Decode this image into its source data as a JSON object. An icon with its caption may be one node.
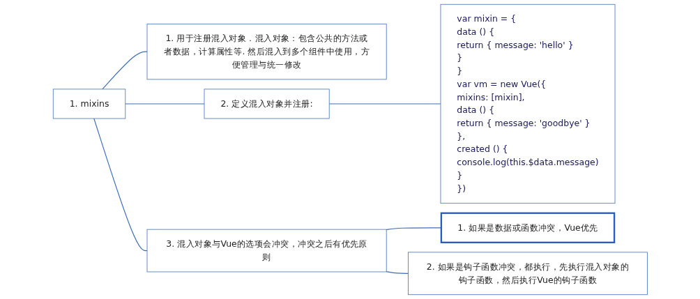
{
  "diagram": {
    "nodes": [
      {
        "text": [
          "1. mixins"
        ]
      },
      {
        "text": [
          "1. 用于注册混入对象．混入对象：包含公共的方法或者数据，计算属性等. 然后混入到多个组件中使用，方便管理与统一修改"
        ]
      },
      {
        "text": [
          "2. 定义混入对象并注册:"
        ]
      },
      {
        "text": [
          "var mixin = {",
          "data () {",
          "return { message: 'hello' }",
          "}",
          "}",
          "var vm = new Vue({",
          "mixins: [mixin],",
          "data () {",
          "return { message: 'goodbye' }",
          "},",
          "created () {",
          "console.log(this.$data.message)",
          "}",
          "})"
        ]
      },
      {
        "text": [
          "3. 混入对象与Vue的选项会冲突，冲突之后有优先原则"
        ]
      },
      {
        "text": [
          "1. 如果是数据或函数冲突，Vue优先"
        ]
      },
      {
        "text": [
          "2. 如果是钩子函数冲突，都执行，先执行混入对象的钩子函数，然后执行Vue的钩子函数"
        ]
      }
    ],
    "edges": [
      {
        "from": 0,
        "to": 1,
        "arrow": "none"
      },
      {
        "from": 0,
        "to": 2,
        "arrow": "none"
      },
      {
        "from": 2,
        "to": 3,
        "arrow": "none"
      },
      {
        "from": 0,
        "to": 4,
        "arrow": "none"
      },
      {
        "from": 4,
        "to": 5,
        "arrow": "none"
      },
      {
        "from": 4,
        "to": 6,
        "arrow": "none"
      }
    ]
  }
}
